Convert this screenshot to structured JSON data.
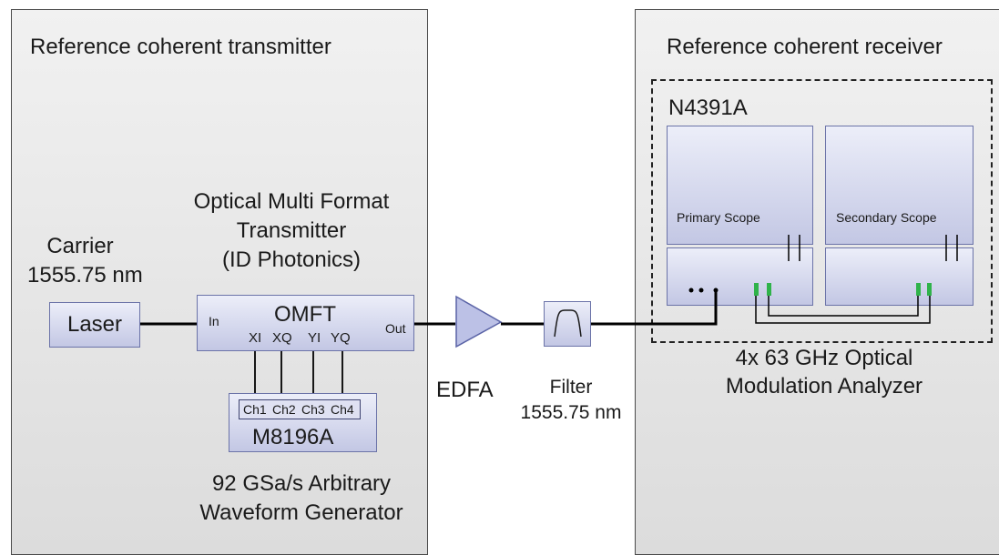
{
  "transmitter": {
    "title": "Reference coherent transmitter",
    "carrier_line1": "Carrier",
    "carrier_line2": "1555.75 nm",
    "laser_label": "Laser",
    "omft_title_line1": "Optical Multi Format",
    "omft_title_line2": "Transmitter",
    "omft_title_line3": "(ID Photonics)",
    "omft_label": "OMFT",
    "omft_in": "In",
    "omft_out": "Out",
    "omft_ports": [
      "XI",
      "XQ",
      "YI",
      "YQ"
    ],
    "awg_channels": [
      "Ch1",
      "Ch2",
      "Ch3",
      "Ch4"
    ],
    "awg_label": "M8196A",
    "awg_caption_line1": "92 GSa/s Arbitrary",
    "awg_caption_line2": "Waveform Generator"
  },
  "link": {
    "edfa_label": "EDFA",
    "filter_label": "Filter",
    "filter_wavelength": "1555.75 nm"
  },
  "receiver": {
    "title": "Reference coherent receiver",
    "instrument_label": "N4391A",
    "primary_scope": "Primary Scope",
    "secondary_scope": "Secondary Scope",
    "caption_line1": "4x 63 GHz Optical",
    "caption_line2": "Modulation Analyzer"
  },
  "colors": {
    "panel_border": "#4a4a4a",
    "box_fill": "#c3c7e4",
    "edfa_fill": "#bcc1e6",
    "connector_green": "#2fb34a"
  }
}
